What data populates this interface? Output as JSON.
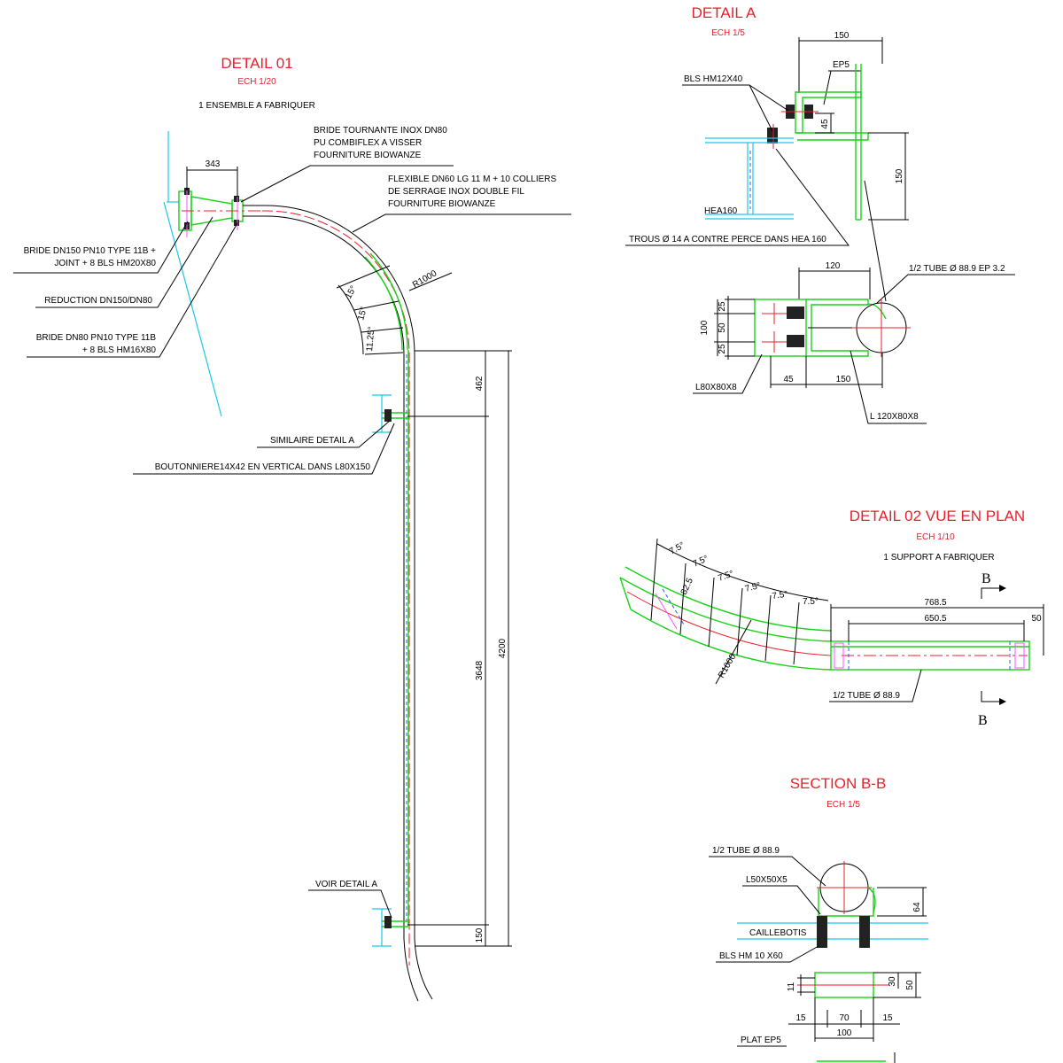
{
  "detail01": {
    "title": "DETAIL 01",
    "scale": "ECH 1/20",
    "qty": "1 ENSEMBLE A FABRIQUER",
    "dim_343": "343",
    "note_bride_tournante": [
      "BRIDE TOURNANTE INOX DN80",
      "PU COMBIFLEX A VISSER",
      "FOURNITURE BIOWANZE"
    ],
    "note_flexible": [
      "FLEXIBLE DN60 LG  11 M + 10 COLLIERS",
      "DE SERRAGE  INOX DOUBLE FIL",
      "FOURNITURE BIOWANZE"
    ],
    "note_bride_dn150": [
      "BRIDE DN150 PN10 TYPE 11B +",
      "JOINT + 8 BLS HM20X80"
    ],
    "note_reduction": "REDUCTION DN150/DN80",
    "note_bride_dn80": [
      "BRIDE DN80 PN10 TYPE 11B",
      "+ 8 BLS HM16X80"
    ],
    "radius": "R1000",
    "angle_a": "15°",
    "angle_b": "15°",
    "angle_c": "11.25°",
    "dim_462": "462",
    "dim_3648": "3648",
    "dim_4200": "4200",
    "dim_150": "150",
    "note_similaire": "SIMILAIRE DETAIL A",
    "note_boutonniere": "BOUTONNIERE14X42 EN VERTICAL DANS L80X150",
    "note_voir": "VOIR DETAIL A"
  },
  "detailA": {
    "title": "DETAIL A",
    "scale": "ECH 1/5",
    "dim_150_top": "150",
    "ep5": "EP5",
    "bls": "BLS HM12X40",
    "dim_45v": "45",
    "dim_150v": "150",
    "hea": "HEA160",
    "trous": "TROUS Ø 14 A CONTRE PERCE DANS HEA 160",
    "tube": "1/2 TUBE Ø 88.9 EP 3.2",
    "dim_120": "120",
    "dim_100": "100",
    "dim_25a": "25",
    "dim_50": "50",
    "dim_25b": "25",
    "l80": "L80X80X8",
    "dim_45": "45",
    "dim_150b": "150",
    "l120": "L 120X80X8"
  },
  "detail02": {
    "title": "DETAIL 02 VUE EN PLAN",
    "scale": "ECH 1/10",
    "qty": "1 SUPPORT A FABRIQUER",
    "angles": [
      "7.5°",
      "7.5°",
      "7.5°",
      "7.5°",
      "7.5°",
      "7.5°"
    ],
    "dim_825": "82.5",
    "radius": "R1000",
    "dim_7685": "768.5",
    "dim_6505": "650.5",
    "dim_50": "50",
    "tube": "1/2 TUBE Ø 88.9",
    "section_mark": "B"
  },
  "sectionBB": {
    "title": "SECTION B-B",
    "scale": "ECH 1/5",
    "tube": "1/2 TUBE Ø 88.9",
    "l50": "L50X50X5",
    "caille": "CAILLEBOTIS",
    "bls": "BLS HM 10 X60",
    "dim_64": "64",
    "dim_11": "11",
    "dim_30": "30",
    "dim_50": "50",
    "dim_15a": "15",
    "dim_70": "70",
    "dim_15b": "15",
    "dim_100": "100",
    "plat": "PLAT EP5"
  },
  "colors": {
    "title_red": "#e8202a",
    "steel_green": "#19d219",
    "beam_cyan": "#19c8e6",
    "axis_red": "#e8202a"
  }
}
